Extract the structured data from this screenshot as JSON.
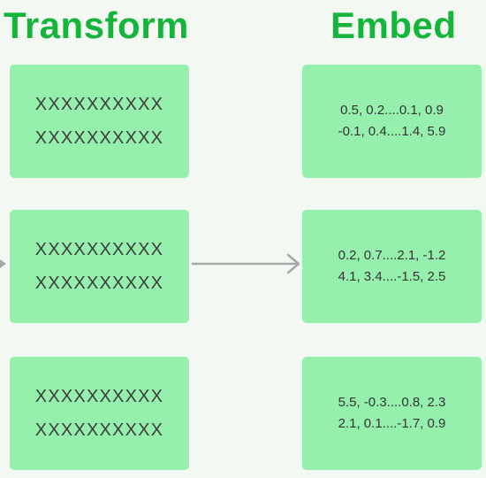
{
  "headings": {
    "transform": "Transform",
    "embed": "Embed"
  },
  "rows": [
    {
      "transform_lines": [
        "XXXXXXXXXX",
        "XXXXXXXXXX"
      ],
      "embed_lines": [
        "0.5, 0.2....0.1, 0.9",
        "-0.1, 0.4....1.4, 5.9"
      ]
    },
    {
      "transform_lines": [
        "XXXXXXXXXX",
        "XXXXXXXXXX"
      ],
      "embed_lines": [
        "0.2, 0.7....2.1, -1.2",
        "4.1, 3.4....-1.5, 2.5"
      ]
    },
    {
      "transform_lines": [
        "XXXXXXXXXX",
        "XXXXXXXXXX"
      ],
      "embed_lines": [
        "5.5, -0.3....0.8, 2.3",
        "2.1, 0.1....-1.7, 0.9"
      ]
    }
  ],
  "colors": {
    "heading": "#14b53a",
    "box_fill": "#95f0ad",
    "arrow": "#a8a8a8",
    "background": "#f3f8f3"
  }
}
